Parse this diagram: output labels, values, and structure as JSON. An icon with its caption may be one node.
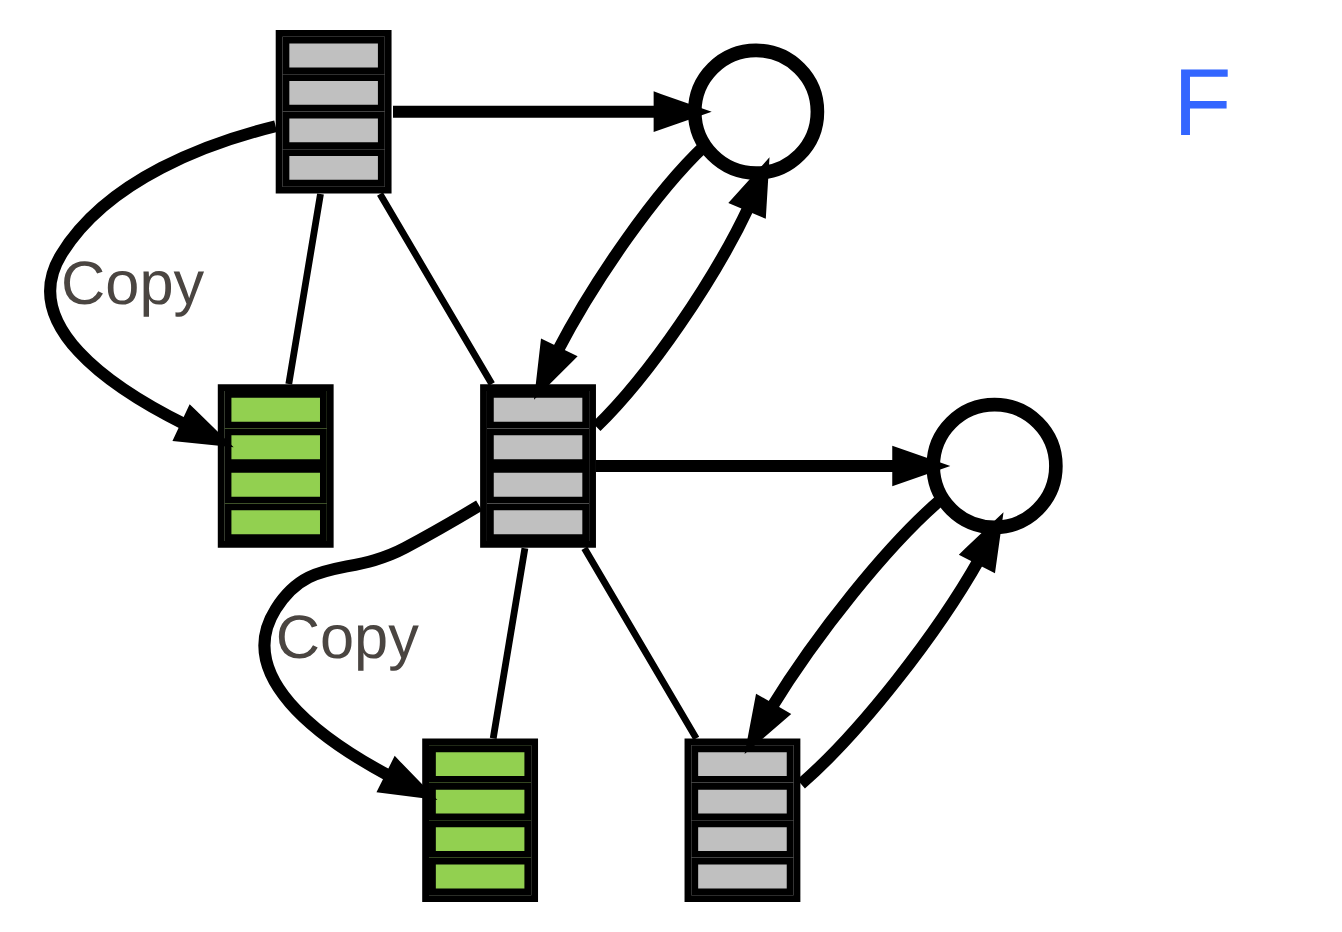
{
  "diagram": {
    "nodes": [
      {
        "text": [],
        "shape": "box"
      },
      {
        "text": [],
        "shape": "circle"
      },
      {
        "text": [],
        "shape": "box"
      },
      {
        "text": [],
        "shape": "box"
      },
      {
        "text": [],
        "shape": "circle"
      },
      {
        "text": [],
        "shape": "box"
      },
      {
        "text": [],
        "shape": "box"
      }
    ],
    "edges": [
      {
        "from": 0,
        "to": 2,
        "arrow": "to",
        "label": "Copy"
      },
      {
        "from": 0,
        "to": 1,
        "arrow": "to"
      },
      {
        "from": 1,
        "to": 3,
        "arrow": "to"
      },
      {
        "from": 3,
        "to": 1,
        "arrow": "to"
      },
      {
        "from": 0,
        "to": 2,
        "arrow": "none"
      },
      {
        "from": 0,
        "to": 3,
        "arrow": "none"
      },
      {
        "from": 3,
        "to": 5,
        "arrow": "to",
        "label": "Copy"
      },
      {
        "from": 3,
        "to": 4,
        "arrow": "to"
      },
      {
        "from": 4,
        "to": 6,
        "arrow": "to"
      },
      {
        "from": 6,
        "to": 4,
        "arrow": "to"
      },
      {
        "from": 3,
        "to": 5,
        "arrow": "none"
      },
      {
        "from": 3,
        "to": 6,
        "arrow": "none"
      }
    ],
    "labels": [
      "F"
    ]
  }
}
